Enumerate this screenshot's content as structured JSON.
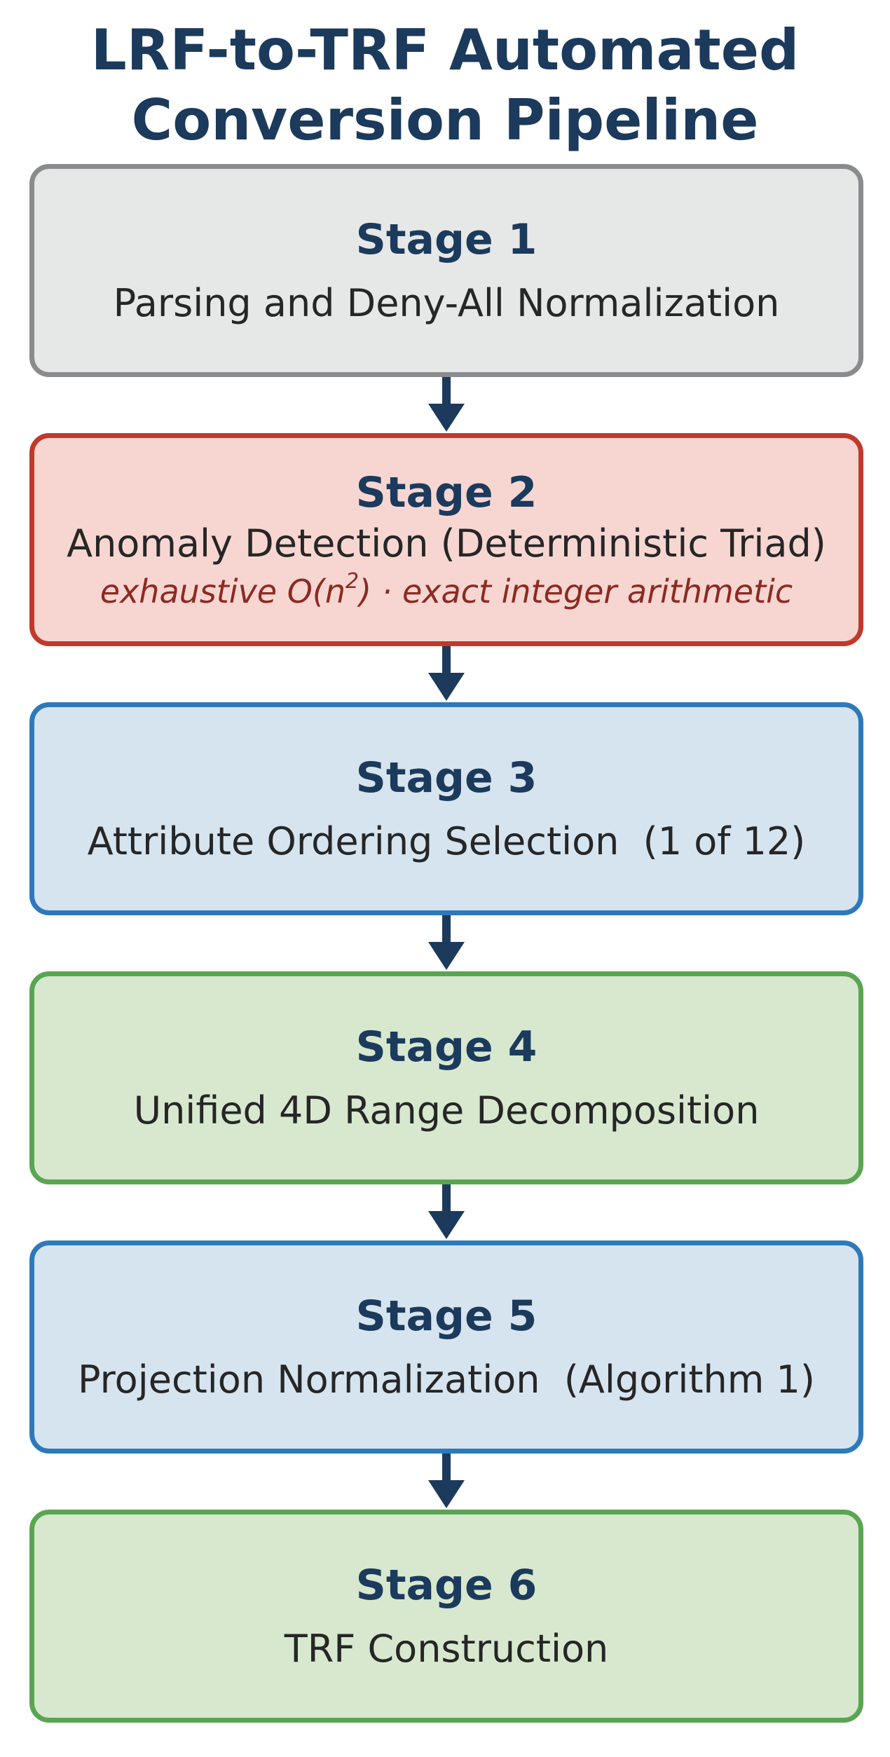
{
  "title": {
    "line1": "LRF-to-TRF Automated",
    "line2": "Conversion Pipeline"
  },
  "stages": [
    {
      "label": "Stage 1",
      "desc": "Parsing and Deny-All Normalization",
      "color": "gray"
    },
    {
      "label": "Stage 2",
      "desc": "Anomaly Detection (Deterministic Triad)",
      "note_prefix": "exhaustive O(n",
      "note_sup": "2",
      "note_suffix": ") · exact integer arithmetic",
      "color": "red"
    },
    {
      "label": "Stage 3",
      "desc": "Attribute Ordering Selection  (1 of 12)",
      "color": "blue"
    },
    {
      "label": "Stage 4",
      "desc": "Unified 4D Range Decomposition",
      "color": "green"
    },
    {
      "label": "Stage 5",
      "desc": "Projection Normalization  (Algorithm 1)",
      "color": "blue"
    },
    {
      "label": "Stage 6",
      "desc": "TRF Construction",
      "color": "green"
    }
  ],
  "colors": {
    "title": "#1b3a5c",
    "arrow": "#1b3a5c",
    "gray_fill": "#e6e7e7",
    "gray_border": "#8a8b8d",
    "red_fill": "#f7d6d2",
    "red_border": "#c0392b",
    "blue_fill": "#d6e4f0",
    "blue_border": "#2e79ba",
    "green_fill": "#d7e8cf",
    "green_border": "#5aa552"
  }
}
